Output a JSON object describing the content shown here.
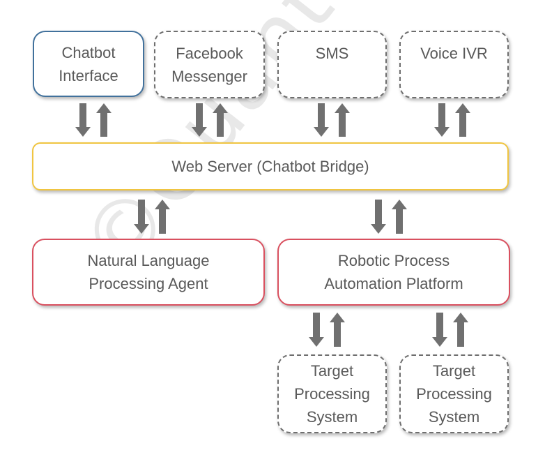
{
  "boxes": {
    "chatbot_interface": "Chatbot\nInterface",
    "facebook_messenger": "Facebook\nMessenger",
    "sms": "SMS",
    "voice_ivr": "Voice IVR",
    "web_server": "Web Server (Chatbot Bridge)",
    "nlp_agent": "Natural Language\nProcessing Agent",
    "rpa_platform": "Robotic Process\nAutomation Platform",
    "target_1": "Target\nProcessing\nSystem",
    "target_2": "Target\nProcessing\nSystem"
  },
  "watermark": "©Quanton",
  "colors": {
    "chatbot_border": "#41719c",
    "channel_border": "#6e6e6e",
    "server_border": "#f0c541",
    "agent_border": "#d9505f",
    "arrow": "#707070"
  }
}
